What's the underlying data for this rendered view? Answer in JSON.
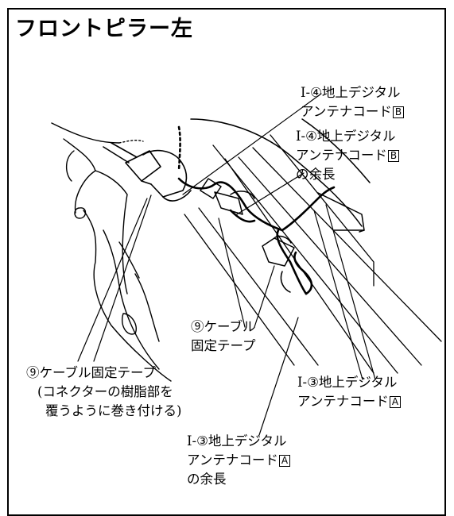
{
  "title": "フロントピラー左",
  "labels": {
    "l1": {
      "line1": "I-④地上デジタル",
      "line2_text": "アンテナコード",
      "line2_box": "B"
    },
    "l2": {
      "line1": "I-④地上デジタル",
      "line2_text": "アンテナコード",
      "line2_box": "B",
      "line3": "の余長"
    },
    "l3": {
      "line1": "⑨ケーブル",
      "line2": "固定テープ"
    },
    "l4": {
      "line1": "⑨ケーブル固定テープ",
      "line2": "(コネクターの樹脂部を",
      "line3": "覆うように巻き付ける)"
    },
    "l5": {
      "line1": "I-③地上デジタル",
      "line2_text": "アンテナコード",
      "line2_box": "A"
    },
    "l6": {
      "line1": "I-③地上デジタル",
      "line2_text": "アンテナコード",
      "line2_box": "A",
      "line3": "の余長"
    }
  }
}
